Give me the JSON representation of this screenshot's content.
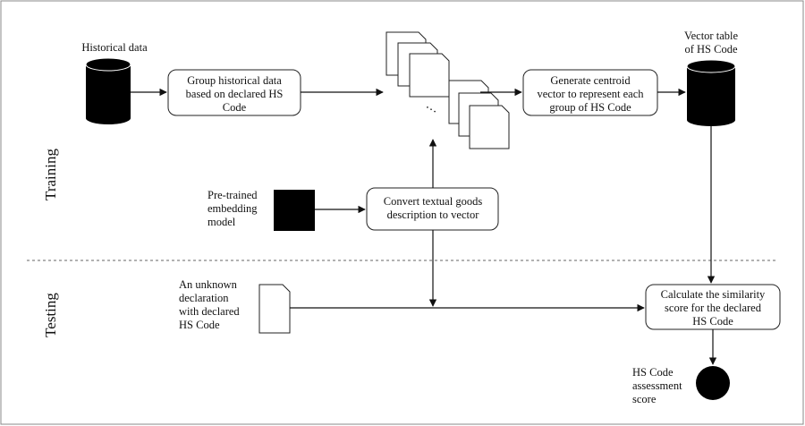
{
  "sections": {
    "training": "Training",
    "testing": "Testing"
  },
  "nodes": {
    "historical_data": {
      "lines": [
        "Historical data"
      ]
    },
    "group_box": {
      "lines": [
        "Group historical data",
        "based on declared HS",
        "Code"
      ]
    },
    "centroid_box": {
      "lines": [
        "Generate centroid",
        "vector to represent each",
        "group of HS Code"
      ]
    },
    "vector_table": {
      "lines": [
        "Vector table",
        "of HS Code"
      ]
    },
    "pretrained_model": {
      "lines": [
        "Pre-trained",
        "embedding",
        "model"
      ]
    },
    "convert_box": {
      "lines": [
        "Convert textual goods",
        "description to vector"
      ]
    },
    "unknown_declaration": {
      "lines": [
        "An unknown",
        "declaration",
        "with declared",
        "HS Code"
      ]
    },
    "similarity_box": {
      "lines": [
        "Calculate the similarity",
        "score for the declared",
        "HS Code"
      ]
    },
    "assessment_score": {
      "lines": [
        "HS Code",
        "assessment",
        "score"
      ]
    }
  },
  "ellipsis": "…",
  "colors": {
    "stroke": "#222222",
    "fill_dark": "#000000",
    "background": "#ffffff"
  }
}
